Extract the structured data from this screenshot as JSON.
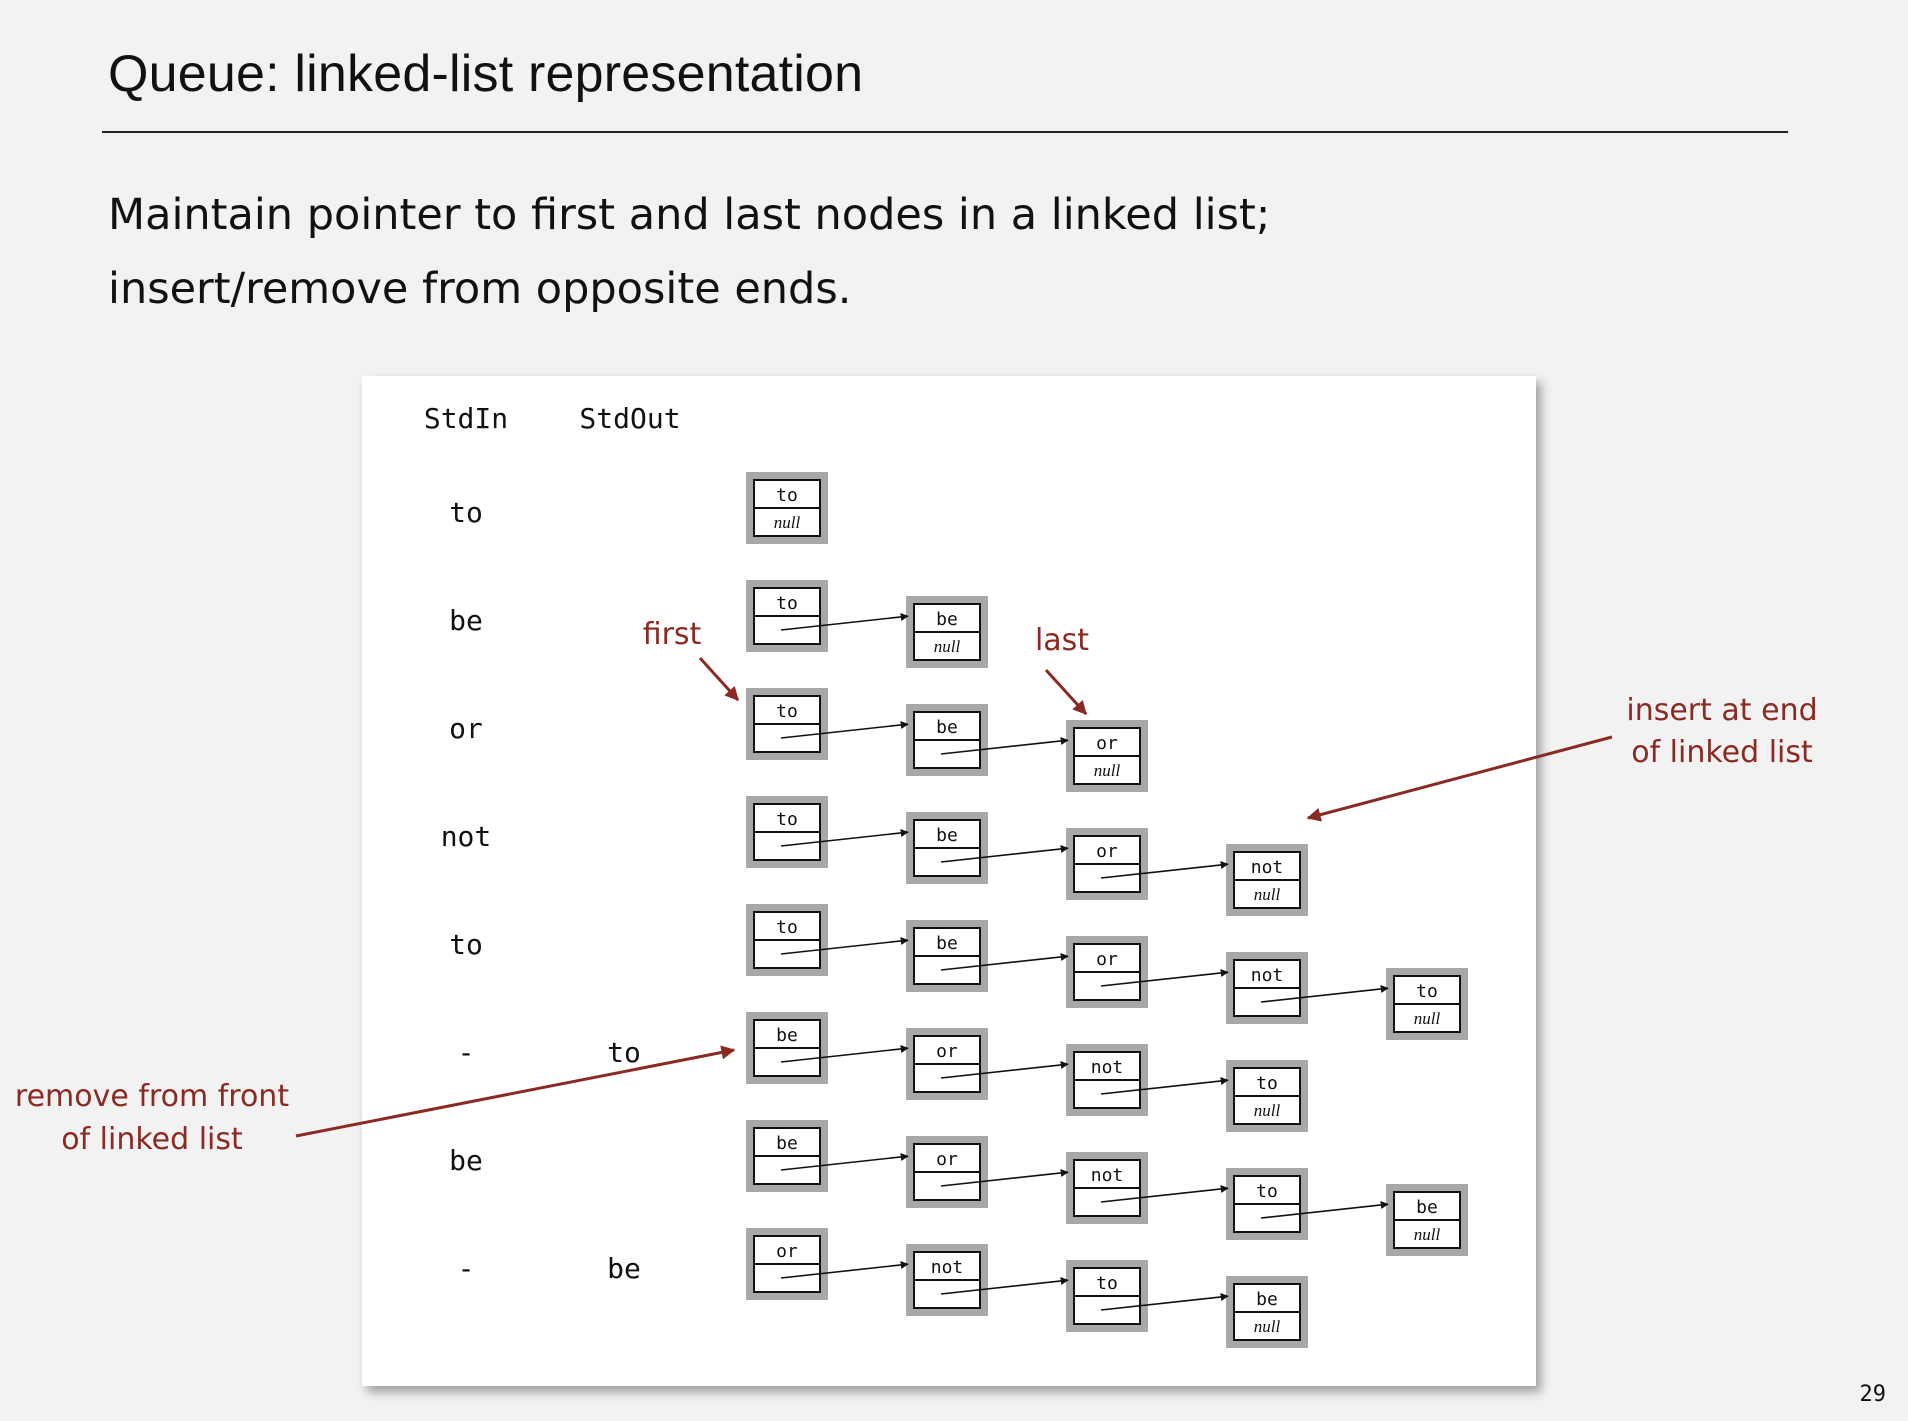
{
  "slide": {
    "title": "Queue:  linked-list representation",
    "body_lines": [
      "Maintain pointer to first and last nodes in a linked list;",
      "insert/remove from opposite ends."
    ],
    "page_number": "29"
  },
  "diagram": {
    "column_headers": {
      "stdin": "StdIn",
      "stdout": "StdOut"
    },
    "null_label": "null",
    "rows": [
      {
        "stdin": "to",
        "stdout": "",
        "nodes": [
          "to"
        ]
      },
      {
        "stdin": "be",
        "stdout": "",
        "nodes": [
          "to",
          "be"
        ]
      },
      {
        "stdin": "or",
        "stdout": "",
        "nodes": [
          "to",
          "be",
          "or"
        ]
      },
      {
        "stdin": "not",
        "stdout": "",
        "nodes": [
          "to",
          "be",
          "or",
          "not"
        ]
      },
      {
        "stdin": "to",
        "stdout": "",
        "nodes": [
          "to",
          "be",
          "or",
          "not",
          "to"
        ]
      },
      {
        "stdin": "-",
        "stdout": "to",
        "nodes": [
          "be",
          "or",
          "not",
          "to"
        ]
      },
      {
        "stdin": "be",
        "stdout": "",
        "nodes": [
          "be",
          "or",
          "not",
          "to",
          "be"
        ]
      },
      {
        "stdin": "-",
        "stdout": "be",
        "nodes": [
          "or",
          "not",
          "to",
          "be"
        ]
      }
    ],
    "annotations": {
      "first": "first",
      "last": "last",
      "insert": [
        "insert at end",
        "of linked list"
      ],
      "remove": [
        "remove from front",
        "of linked list"
      ]
    },
    "colors": {
      "annotation": "#8b2a22",
      "node_border": "#a8a8a8",
      "panel": "#ffffff"
    }
  }
}
